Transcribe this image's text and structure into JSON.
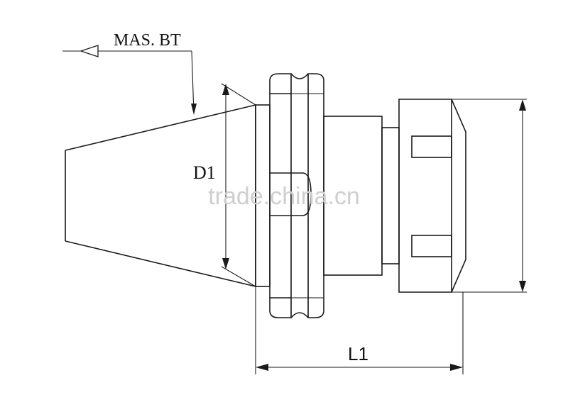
{
  "diagram": {
    "callout_label": "MAS. BT",
    "diameter_label": "D1",
    "length_label": "L1"
  },
  "watermark": {
    "text": "trade.china.cn"
  }
}
